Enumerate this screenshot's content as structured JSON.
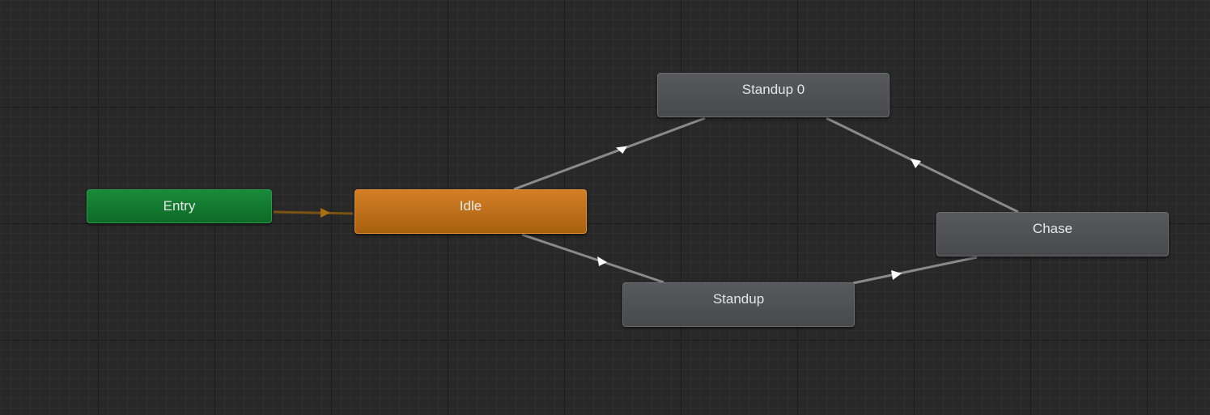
{
  "graph": {
    "states": {
      "entry": {
        "label": "Entry",
        "color": "#13782f"
      },
      "idle": {
        "label": "Idle",
        "color": "#c4731c"
      },
      "standup0": {
        "label": "Standup 0",
        "color": "#505155"
      },
      "chase": {
        "label": "Chase",
        "color": "#505155"
      },
      "standup": {
        "label": "Standup",
        "color": "#505155"
      }
    },
    "transitions": [
      {
        "from": "Entry",
        "to": "Idle",
        "color": "#8a5a12"
      },
      {
        "from": "Idle",
        "to": "Standup 0",
        "color": "#9a9a9a"
      },
      {
        "from": "Chase",
        "to": "Standup 0",
        "color": "#9a9a9a"
      },
      {
        "from": "Idle",
        "to": "Standup",
        "color": "#9a9a9a"
      },
      {
        "from": "Standup",
        "to": "Chase",
        "color": "#9a9a9a"
      }
    ]
  }
}
